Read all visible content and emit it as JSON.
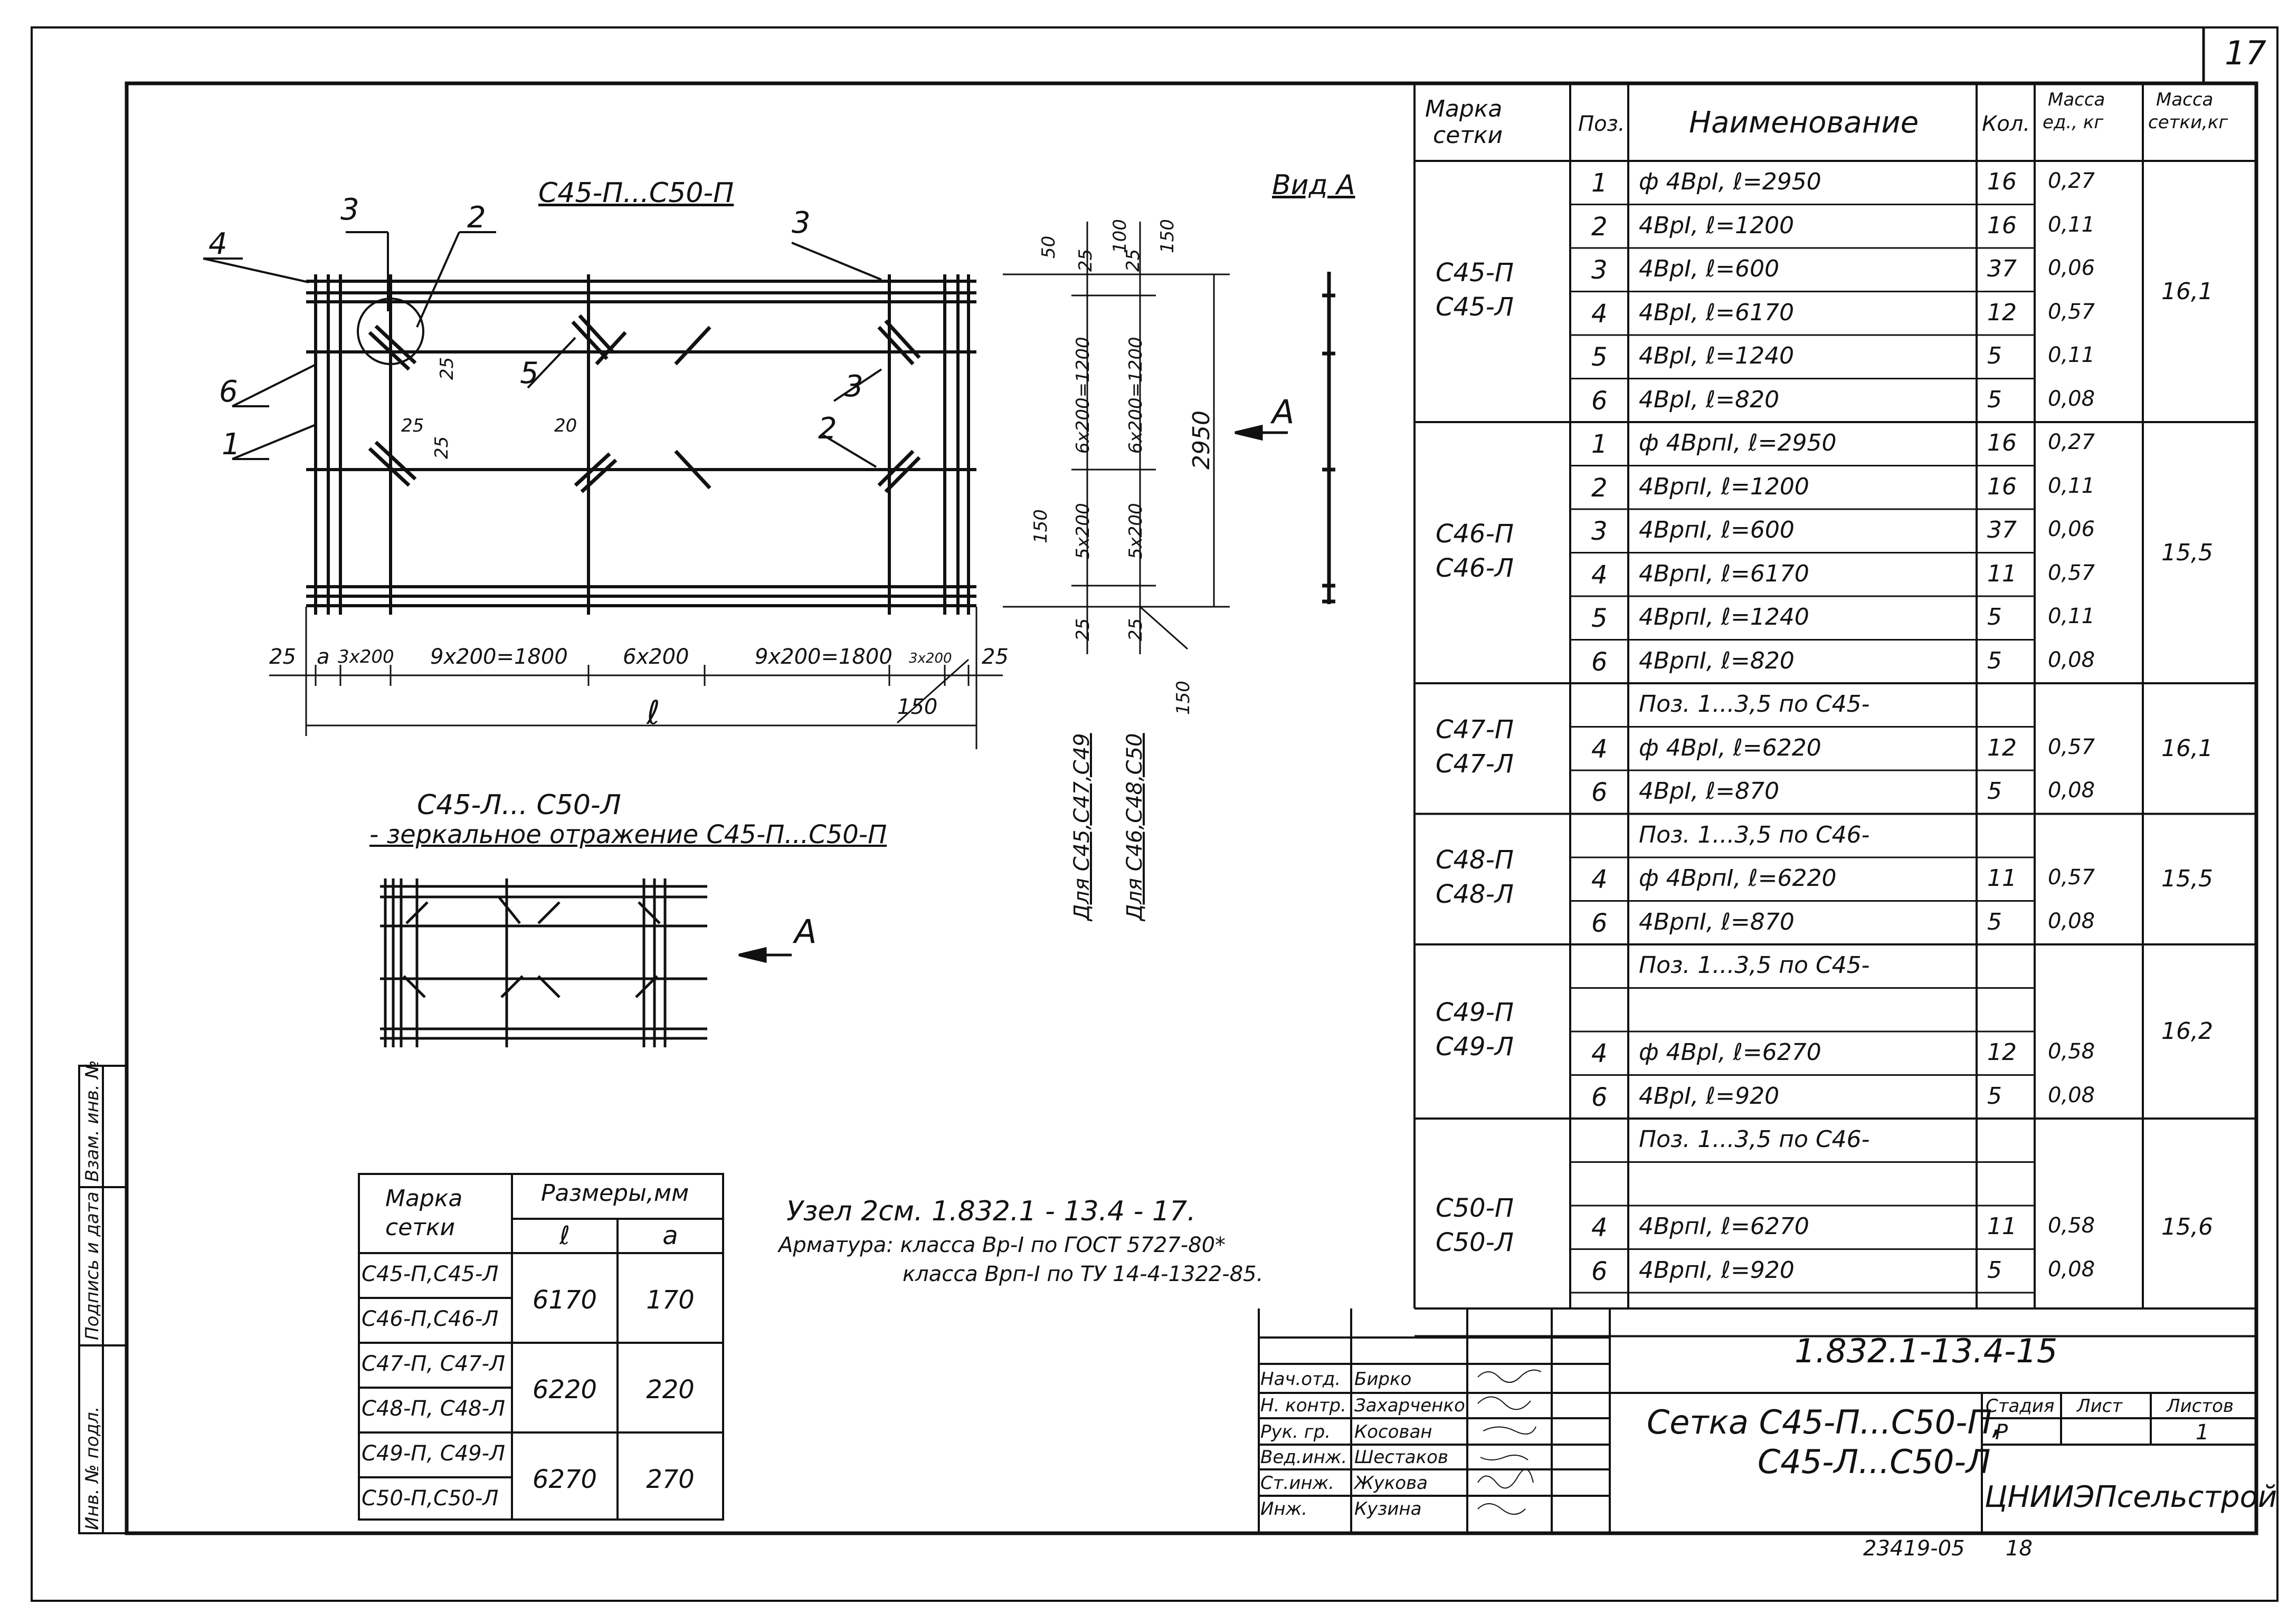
{
  "sheet_number": "17",
  "drawing_titles": {
    "plan_title": "С45-П...С50-П",
    "view_title": "Вид А",
    "mirror_title": "С45-Л... С50-Л",
    "mirror_note": "- зеркальное отражение С45-П...С50-П",
    "section_mark": "А"
  },
  "callouts": [
    "3",
    "2",
    "4",
    "6",
    "1",
    "5",
    "3",
    "3",
    "2"
  ],
  "plan_dims": {
    "bottom": [
      "25",
      "a",
      "3x200",
      "9x200=1800",
      "6x200",
      "9x200=1800",
      "3x200",
      "25"
    ],
    "l_label": "ℓ",
    "offset_150": "150",
    "small_25a": "25",
    "small_25b": "25",
    "small_25c": "25",
    "small_20": "20",
    "vert_col1": [
      "50",
      "25",
      "6x200=1200",
      "150",
      "5x200",
      "25"
    ],
    "vert_col2": [
      "100",
      "25",
      "6x200=1200",
      "5x200",
      "25",
      "150"
    ],
    "vert_150_top": "150",
    "height": "2950",
    "for_c45": "Для С45,С47,С49",
    "for_c46": "Для С46,С48,С50"
  },
  "spec_table": {
    "headers": [
      "Марка сетки",
      "Поз.",
      "Наименование",
      "Кол.",
      "Масса ед., кг",
      "Масса сетки,кг"
    ],
    "groups": [
      {
        "mark": [
          "С45-П",
          "С45-Л"
        ],
        "total": "16,1",
        "rows": [
          {
            "pos": "1",
            "name": "ф 4ВрI,    ℓ=2950",
            "qty": "16",
            "mass": "0,27"
          },
          {
            "pos": "2",
            "name": "4ВрI,    ℓ=1200",
            "qty": "16",
            "mass": "0,11"
          },
          {
            "pos": "3",
            "name": "4ВрI,    ℓ=600",
            "qty": "37",
            "mass": "0,06"
          },
          {
            "pos": "4",
            "name": "4ВрI,    ℓ=6170",
            "qty": "12",
            "mass": "0,57"
          },
          {
            "pos": "5",
            "name": "4ВрI,    ℓ=1240",
            "qty": "5",
            "mass": "0,11"
          },
          {
            "pos": "6",
            "name": "4ВрI,    ℓ=820",
            "qty": "5",
            "mass": "0,08"
          }
        ]
      },
      {
        "mark": [
          "С46-П",
          "С46-Л"
        ],
        "total": "15,5",
        "rows": [
          {
            "pos": "1",
            "name": "ф 4ВрпI,   ℓ=2950",
            "qty": "16",
            "mass": "0,27"
          },
          {
            "pos": "2",
            "name": "4ВрпI,   ℓ=1200",
            "qty": "16",
            "mass": "0,11"
          },
          {
            "pos": "3",
            "name": "4ВрпI,   ℓ=600",
            "qty": "37",
            "mass": "0,06"
          },
          {
            "pos": "4",
            "name": "4ВрпI,   ℓ=6170",
            "qty": "11",
            "mass": "0,57"
          },
          {
            "pos": "5",
            "name": "4ВрпI,   ℓ=1240",
            "qty": "5",
            "mass": "0,11"
          },
          {
            "pos": "6",
            "name": "4ВрпI,   ℓ=820",
            "qty": "5",
            "mass": "0,08"
          }
        ]
      },
      {
        "mark": [
          "С47-П",
          "С47-Л"
        ],
        "total": "16,1",
        "rows": [
          {
            "pos": "",
            "name": "Поз. 1...3,5 по С45-",
            "qty": "",
            "mass": ""
          },
          {
            "pos": "4",
            "name": "ф 4ВрI,    ℓ=6220",
            "qty": "12",
            "mass": "0,57"
          },
          {
            "pos": "6",
            "name": "4ВрI,    ℓ=870",
            "qty": "5",
            "mass": "0,08"
          }
        ]
      },
      {
        "mark": [
          "С48-П",
          "С48-Л"
        ],
        "total": "15,5",
        "rows": [
          {
            "pos": "",
            "name": "Поз. 1...3,5 по С46-",
            "qty": "",
            "mass": ""
          },
          {
            "pos": "4",
            "name": "ф 4ВрпI,  ℓ=6220",
            "qty": "11",
            "mass": "0,57"
          },
          {
            "pos": "6",
            "name": "4ВрпI,   ℓ=870",
            "qty": "5",
            "mass": "0,08"
          }
        ]
      },
      {
        "mark": [
          "С49-П",
          "С49-Л"
        ],
        "total": "16,2",
        "rows": [
          {
            "pos": "",
            "name": "Поз. 1...3,5 по С45-",
            "qty": "",
            "mass": ""
          },
          {
            "pos": "",
            "name": "",
            "qty": "",
            "mass": ""
          },
          {
            "pos": "4",
            "name": "ф 4ВрI,   ℓ=6270",
            "qty": "12",
            "mass": "0,58"
          },
          {
            "pos": "6",
            "name": "4ВрI,    ℓ=920",
            "qty": "5",
            "mass": "0,08"
          }
        ]
      },
      {
        "mark": [
          "С50-П",
          "С50-Л"
        ],
        "total": "15,6",
        "rows": [
          {
            "pos": "",
            "name": "Поз. 1...3,5 по С46-",
            "qty": "",
            "mass": ""
          },
          {
            "pos": "",
            "name": "",
            "qty": "",
            "mass": ""
          },
          {
            "pos": "4",
            "name": "4ВрпI,   ℓ=6270",
            "qty": "11",
            "mass": "0,58"
          },
          {
            "pos": "6",
            "name": "4ВрпI,   ℓ=920",
            "qty": "5",
            "mass": "0,08"
          },
          {
            "pos": "",
            "name": "",
            "qty": "",
            "mass": ""
          }
        ]
      }
    ]
  },
  "dims_table": {
    "header_mark": "Марка сетки",
    "header_sizes": "Размеры,мм",
    "col_l": "ℓ",
    "col_a": "а",
    "rows": [
      {
        "marks": [
          "С45-П,С45-Л",
          "С46-П,С46-Л"
        ],
        "l": "6170",
        "a": "170"
      },
      {
        "marks": [
          "С47-П, С47-Л",
          "С48-П, С48-Л"
        ],
        "l": "6220",
        "a": "220"
      },
      {
        "marks": [
          "С49-П, С49-Л",
          "С50-П,С50-Л"
        ],
        "l": "6270",
        "a": "270"
      }
    ]
  },
  "notes": {
    "node": "Узел 2см. 1.832.1 - 13.4 - 17.",
    "rebar_1": "Арматура: класса Вр-I по ГОСТ 5727-80*",
    "rebar_2": "класса Врп-I по ТУ 14-4-1322-85."
  },
  "left_stamp": [
    "Инв. № подл.",
    "Подпись и дата",
    "Взам. инв. №"
  ],
  "title_block": {
    "roles": [
      "Нач.отд.",
      "Н. контр.",
      "Рук. гр.",
      "Вед.инж.",
      "Ст.инж.",
      "Инж."
    ],
    "names": [
      "Бирко",
      "Захарченко",
      "Косован",
      "Шестаков",
      "Жукова",
      "Кузина"
    ],
    "doc_code": "1.832.1-13.4-15",
    "title_line1": "Сетка С45-П...С50-П,",
    "title_line2": "С45-Л...С50-Л",
    "stage_label": "Стадия",
    "sheet_label": "Лист",
    "sheets_label": "Листов",
    "stage": "Р",
    "sheets": "1",
    "org": "ЦНИИЭПсельстрой"
  },
  "footer": {
    "archive": "23419-05",
    "page": "18"
  }
}
